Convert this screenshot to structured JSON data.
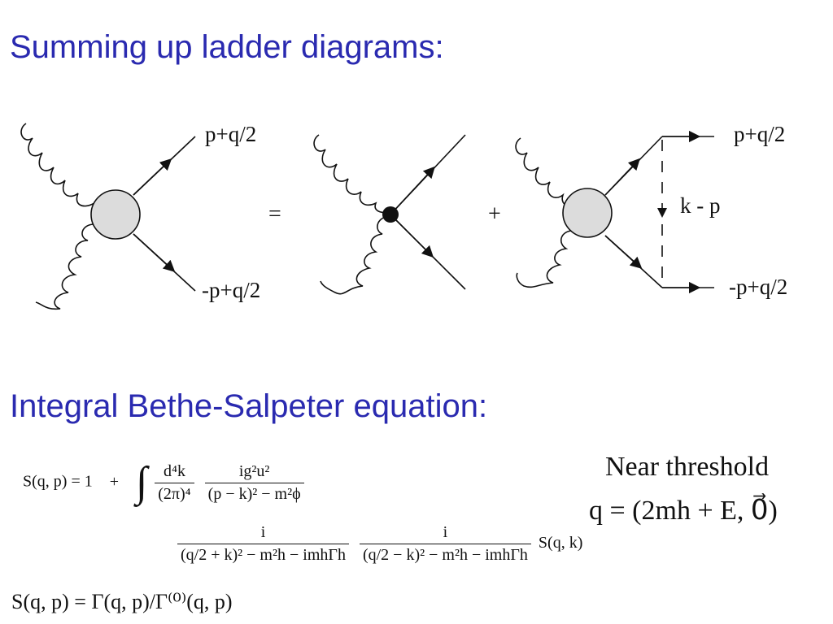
{
  "heading_ladder": "Summing up ladder diagrams:",
  "heading_bs": "Integral Bethe-Salpeter equation:",
  "diagram": {
    "label_top": "p+q/2",
    "label_bottom": "-p+q/2",
    "equals": "=",
    "plus": "+",
    "label_exchange": "k - p",
    "label_top_right": "p+q/2",
    "label_bottom_right": "-p+q/2"
  },
  "equation": {
    "lhs": "S(q, p) = 1",
    "plus": "+",
    "integral": "∫",
    "frac1_num": "d⁴k",
    "frac1_den": "(2π)⁴",
    "frac2_num": "ig²u²",
    "frac2_den": "(p − k)² − m²ϕ",
    "frac3_num": "i",
    "frac3_den": "(q/2 + k)² − m²h − imhΓh",
    "frac4_num": "i",
    "frac4_den": "(q/2 − k)² − m²h − imhΓh",
    "tail": "S(q, k)",
    "definition": "S(q, p) = Γ(q, p)/Γ⁽⁰⁾(q, p)"
  },
  "threshold": {
    "line1": "Near threshold",
    "line2": "q = (2mh + E, 0⃗)"
  }
}
